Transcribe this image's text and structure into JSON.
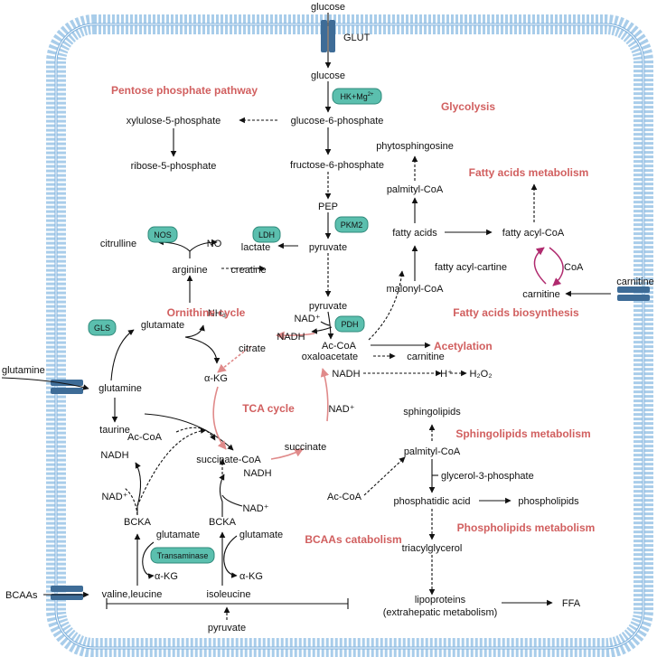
{
  "colors": {
    "membrane": "#a9cdea",
    "membrane_dark": "#7fb1dc",
    "transporter": "#3e6c97",
    "enzyme_fill": "#5bbfae",
    "enzyme_stroke": "#2f8a7b",
    "pathway_label": "#d15f5f",
    "tca_arrow": "#e08a8a",
    "cycle_arrow": "#b02a6e"
  },
  "molecules": {
    "glucose_out": "glucose",
    "glucose_in": "glucose",
    "g6p": "glucose-6-phosphate",
    "x5p": "xylulose-5-phosphate",
    "r5p": "ribose-5-phosphate",
    "f6p": "fructose-6-phosphate",
    "pep": "PEP",
    "pyruvate1": "pyruvate",
    "lactate": "lactate",
    "pyruvate2": "pyruvate",
    "nad_pdh": "NAD⁺",
    "nadh_pdh": "NADH",
    "acoa": "Ac-CoA",
    "citrate": "citrate",
    "akg": "α-KG",
    "glutamate": "glutamate",
    "nh3": "NH₃",
    "glutamine_out": "glutamine",
    "glutamine_in": "glutamine",
    "taurine": "taurine",
    "arginine": "arginine",
    "creatine": "creatine",
    "citrulline": "citrulline",
    "no": "NO",
    "oxaloacetate": "oxaloacetate",
    "carnitine_oaa": "carnitine",
    "nadh_tca": "NADH",
    "h_plus": "H⁺",
    "h2o2": "H₂O₂",
    "nad_tca": "NAD⁺",
    "succinate": "succinate",
    "succinyl_coa": "succinate-CoA",
    "acoa_bcaa": "Ac-CoA",
    "nadh_left": "NADH",
    "nad_left": "NAD⁺",
    "bcka_left": "BCKA",
    "bcka_right": "BCKA",
    "nadh_right": "NADH",
    "nad_right": "NAD⁺",
    "glutamate_l": "glutamate",
    "akg_l": "α-KG",
    "glutamate_r": "glutamate",
    "akg_r": "α-KG",
    "valine_leucine": "valine,leucine",
    "isoleucine": "isoleucine",
    "pyruvate_bottom": "pyruvate",
    "bcaas_out": "BCAAs",
    "phytosphingosine": "phytosphingosine",
    "palmityl_coa_top": "palmityl-CoA",
    "fatty_acids": "fatty acids",
    "fatty_acyl_coa": "fatty acyl-CoA",
    "fatty_acyl_cartine": "fatty acyl-cartine",
    "coa": "CoA",
    "carnitine_in": "carnitine",
    "carnitine_out": "carnitine",
    "malonyl_coa": "malonyl-CoA",
    "sphingolipids": "sphingolipids",
    "palmityl_coa_mid": "palmityl-CoA",
    "glycerol3p": "glycerol-3-phosphate",
    "acoa_lipid": "Ac-CoA",
    "phosphatidic_acid": "phosphatidic acid",
    "phospholipids": "phospholipids",
    "triacylglycerol": "triacylglycerol",
    "lipoproteins": "lipoproteins",
    "extrahepatic": "(extrahepatic metabolism)",
    "ffa": "FFA"
  },
  "pathways": {
    "ppp": "Pentose phosphate pathway",
    "glycolysis": "Glycolysis",
    "fa_metabolism": "Fatty acids metabolism",
    "fa_biosynthesis": "Fatty acids biosynthesis",
    "ornithine": "Ornithine cycle",
    "acetylation": "Acetylation",
    "tca": "TCA cycle",
    "sphingolipids": "Sphingolipids metabolism",
    "phospholipids": "Phospholipids metabolism",
    "bcaa": "BCAAs catabolism"
  },
  "enzymes": {
    "hk_base": "HK+Mg",
    "hk_sup": "2+",
    "pkm2": "PKM2",
    "ldh": "LDH",
    "nos": "NOS",
    "pdh": "PDH",
    "gls": "GLS",
    "transaminase": "Transaminase"
  },
  "transporters": {
    "glut": "GLUT"
  }
}
